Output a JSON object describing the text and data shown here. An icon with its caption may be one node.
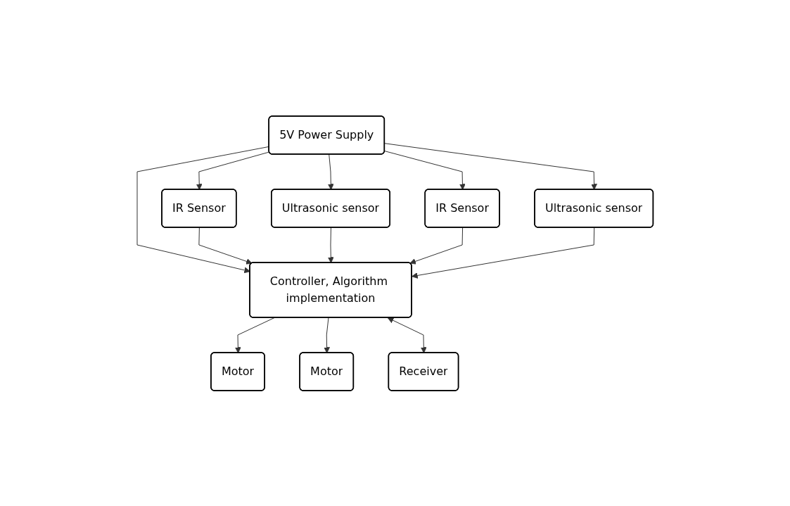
{
  "diagram": {
    "nodes": [
      {
        "text": [
          "5V Power Supply"
        ]
      },
      {
        "text": [
          "IR Sensor"
        ]
      },
      {
        "text": [
          "Controller, Algorithm implementation"
        ]
      },
      {
        "text": [
          "IR Sensor"
        ]
      },
      {
        "text": [
          "Ultrasonic sensor"
        ]
      },
      {
        "text": [
          "Ultrasonic sensor"
        ]
      },
      {
        "text": [
          "Motor"
        ]
      },
      {
        "text": [
          "Motor"
        ]
      },
      {
        "text": [
          "Receiver"
        ]
      }
    ],
    "edges": [
      {
        "from": 0,
        "to": 1,
        "arrow": "to"
      },
      {
        "from": 0,
        "to": 4,
        "arrow": "to"
      },
      {
        "from": 0,
        "to": 2,
        "arrow": "to"
      },
      {
        "from": 0,
        "to": 5,
        "arrow": "to"
      },
      {
        "from": 0,
        "to": 3,
        "arrow": "to"
      },
      {
        "from": 1,
        "to": 2,
        "arrow": "to"
      },
      {
        "from": 4,
        "to": 2,
        "arrow": "to"
      },
      {
        "from": 3,
        "to": 2,
        "arrow": "to"
      },
      {
        "from": 5,
        "to": 2,
        "arrow": "to"
      },
      {
        "from": 2,
        "to": 6,
        "arrow": "to"
      },
      {
        "from": 2,
        "to": 7,
        "arrow": "to"
      },
      {
        "from": 2,
        "to": 8,
        "arrow": "both"
      }
    ]
  }
}
